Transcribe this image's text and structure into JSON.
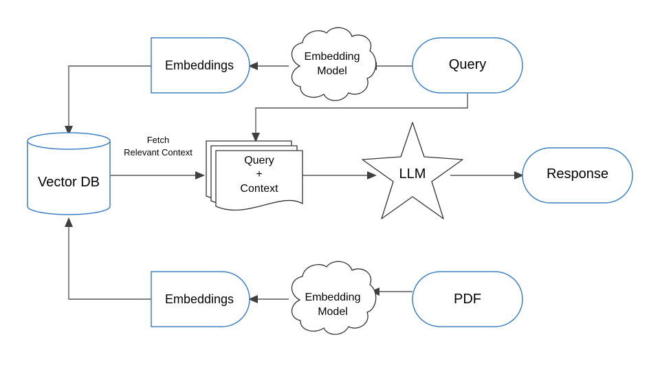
{
  "diagram": {
    "nodes": {
      "query": "Query",
      "embeddings_top": "Embeddings",
      "embedding_model_top": [
        "Embedding",
        "Model"
      ],
      "vector_db": "Vector DB",
      "query_context": [
        "Query",
        "+",
        "Context"
      ],
      "llm": "LLM",
      "response": "Response",
      "pdf": "PDF",
      "embeddings_bottom": "Embeddings",
      "embedding_model_bottom": [
        "Embedding",
        "Model"
      ]
    },
    "edge_labels": {
      "fetch": [
        "Fetch",
        "Relevant Context"
      ]
    },
    "colors": {
      "node_border": "#3d7fc4",
      "edge": "#555555",
      "dark_outline": "#333333"
    }
  }
}
